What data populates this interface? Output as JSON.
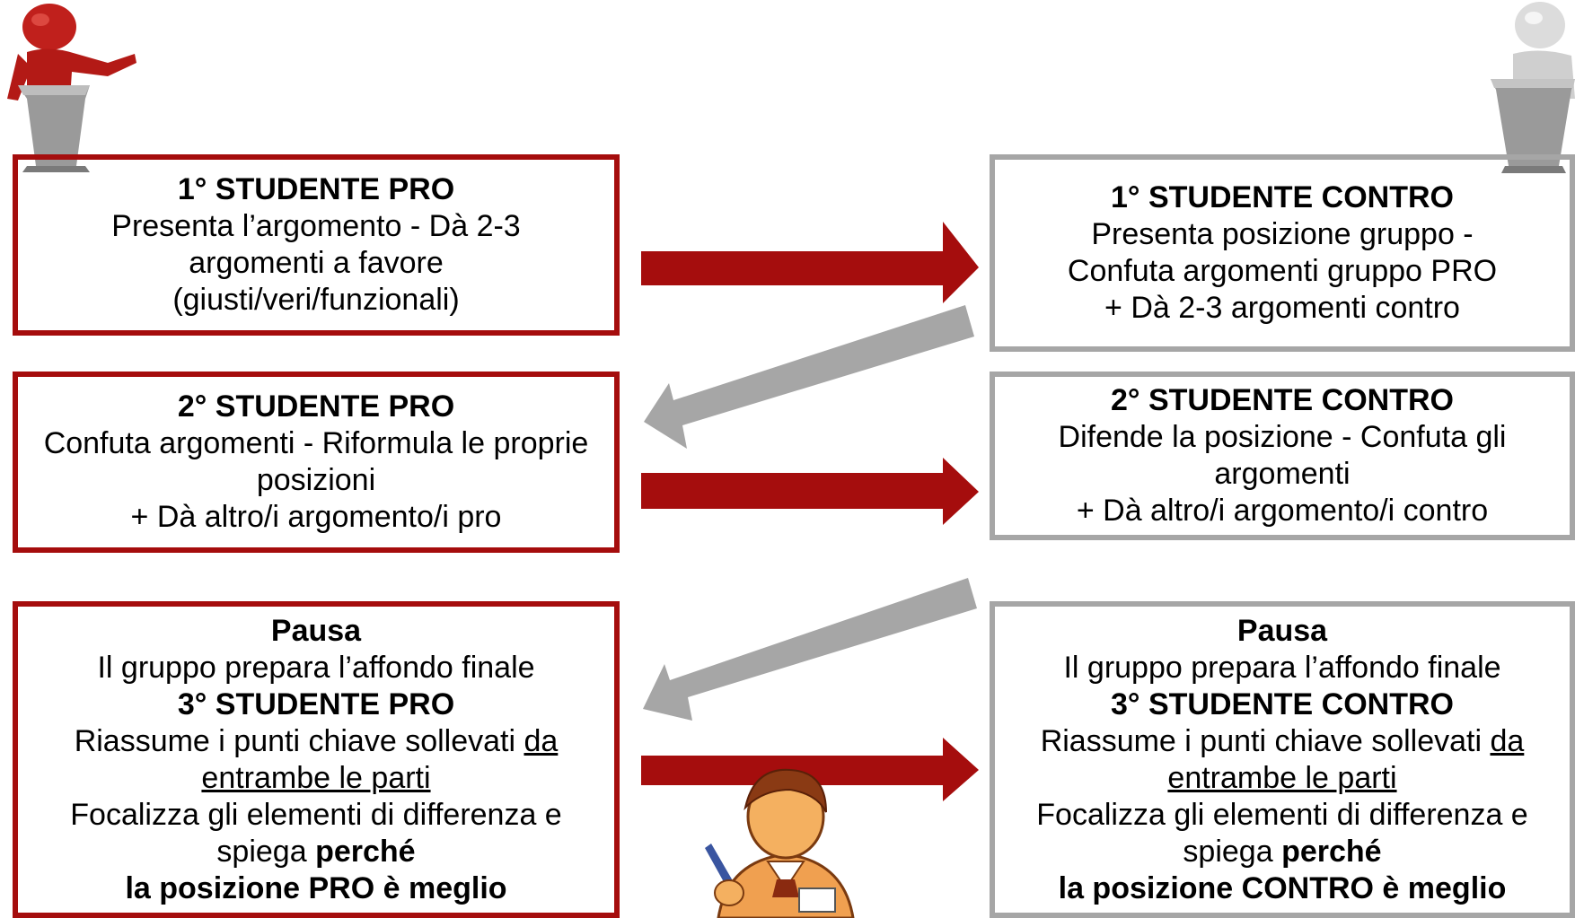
{
  "pro": {
    "s1": {
      "title": "1° STUDENTE PRO",
      "line1": "Presenta l’argomento - Dà 2-3",
      "line2": "argomenti a favore",
      "line3": "(giusti/veri/funzionali)"
    },
    "s2": {
      "title": "2° STUDENTE PRO",
      "line1": "Confuta argomenti - Riformula le proprie",
      "line2": "posizioni",
      "line3": "+ Dà altro/i argomento/i pro"
    },
    "s3": {
      "pause_title": "Pausa",
      "pause_text": "Il gruppo prepara l’affondo finale",
      "title": "3° STUDENTE PRO",
      "line1": "Riassume i punti chiave sollevati ",
      "line1_underlined": "da",
      "line2_underlined": "entrambe le parti",
      "line3": "Focalizza gli elementi di differenza e",
      "line4_pre": "spiega ",
      "line4_bold": "perché",
      "line5": "la posizione PRO è meglio"
    }
  },
  "contro": {
    "s1": {
      "title": "1° STUDENTE CONTRO",
      "line1": "Presenta posizione gruppo -",
      "line2": "Confuta argomenti gruppo PRO",
      "line3": "+ Dà 2-3 argomenti contro"
    },
    "s2": {
      "title": "2° STUDENTE CONTRO",
      "line1": "Difende la posizione - Confuta gli",
      "line2": "argomenti",
      "line3": "+ Dà altro/i argomento/i contro"
    },
    "s3": {
      "pause_title": "Pausa",
      "pause_text": "Il gruppo prepara l’affondo finale",
      "title": "3° STUDENTE CONTRO",
      "line1": "Riassume i punti chiave sollevati ",
      "line1_underlined": "da",
      "line2_underlined": "entrambe le parti",
      "line3": "Focalizza gli elementi di differenza e",
      "line4_pre": "spiega ",
      "line4_bold": "perché",
      "line5": "la posizione CONTRO è meglio"
    }
  },
  "colors": {
    "pro": "#a50d0d",
    "contro": "#a6a6a6",
    "figure_red": "#c0201c",
    "podium_grey": "#9a9a9a",
    "moderator_skin": "#f0a050"
  },
  "icons": [
    "speaker-pro-icon",
    "speaker-contro-icon",
    "moderator-icon"
  ]
}
